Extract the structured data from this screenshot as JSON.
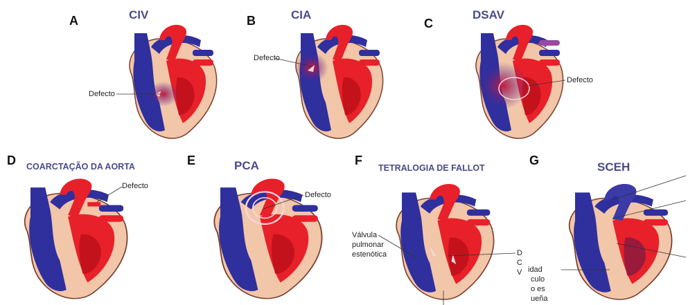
{
  "colors": {
    "oxygenated": "#e8202a",
    "deoxygenated": "#2f2f9e",
    "tissue": "#f2c6a8",
    "title": "#4a4a8c"
  },
  "panels": [
    {
      "letter": "A",
      "title": "CIV",
      "labels": [
        "Defecto"
      ]
    },
    {
      "letter": "B",
      "title": "CIA",
      "labels": [
        "Defecto"
      ]
    },
    {
      "letter": "C",
      "title": "DSAV",
      "labels": [
        "Defecto"
      ]
    },
    {
      "letter": "D",
      "title": "COARCTAÇÃO DA AORTA",
      "labels": [
        "Defecto"
      ]
    },
    {
      "letter": "E",
      "title": "PCA",
      "labels": [
        "Defecto"
      ]
    },
    {
      "letter": "F",
      "title": "TETRALOGIA DE FALLOT",
      "labels": [
        "Válvula",
        "pulmonar",
        "estenótica",
        "D",
        "C",
        "V"
      ]
    },
    {
      "letter": "G",
      "title": "SCEH",
      "labels": [
        "idad",
        "culo",
        "o es",
        "ueña"
      ]
    }
  ]
}
